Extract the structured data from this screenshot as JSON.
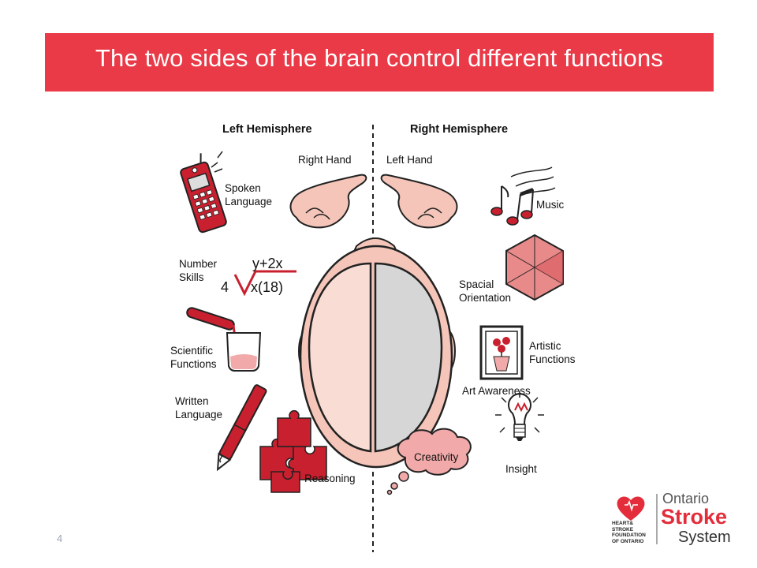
{
  "title": "The two sides of the brain control different functions",
  "headers": {
    "left": "Left Hemisphere",
    "right": "Right Hemisphere"
  },
  "left_items": {
    "right_hand": "Right Hand",
    "spoken_language": "Spoken\nLanguage",
    "number_skills": "Number\nSkills",
    "scientific_functions": "Scientific\nFunctions",
    "written_language": "Written\nLanguage",
    "reasoning": "Reasoning"
  },
  "right_items": {
    "left_hand": "Left Hand",
    "music": "Music",
    "spacial_orientation": "Spacial\nOrientation",
    "artistic_functions": "Artistic\nFunctions",
    "art_awareness": "Art Awareness",
    "creativity": "Creativity",
    "insight": "Insight"
  },
  "math": {
    "top": "y+2x",
    "divisor": "4",
    "bottom": "x(18)"
  },
  "slide_number": "4",
  "logo": {
    "org_lines": "HEART&\nSTROKE\nFOUNDATION\nOF ONTARIO",
    "word1": "Ontario",
    "word2": "Stroke",
    "word3": "System"
  },
  "colors": {
    "title_bar": "#ea3a47",
    "accent_red": "#c8202e",
    "skin": "#f4c5b8",
    "brain_left": "#f9ddd4",
    "brain_right": "#d6d6d6"
  }
}
